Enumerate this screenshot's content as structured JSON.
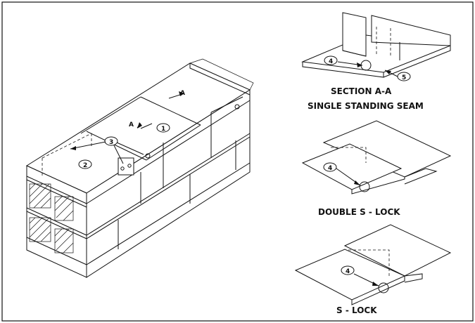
{
  "captions": {
    "section_title": "SECTION A-A",
    "section_subtitle": "SINGLE STANDING SEAM",
    "double_s_lock": "DOUBLE S - LOCK",
    "s_lock": "S - LOCK"
  },
  "markers": {
    "section_letter_upper": "A",
    "section_letter_lower": "A",
    "callout_1": "1",
    "callout_2": "2",
    "callout_3": "3",
    "callout_4_section": "4",
    "callout_4_double": "4",
    "callout_4_single": "4",
    "callout_5": "5"
  }
}
